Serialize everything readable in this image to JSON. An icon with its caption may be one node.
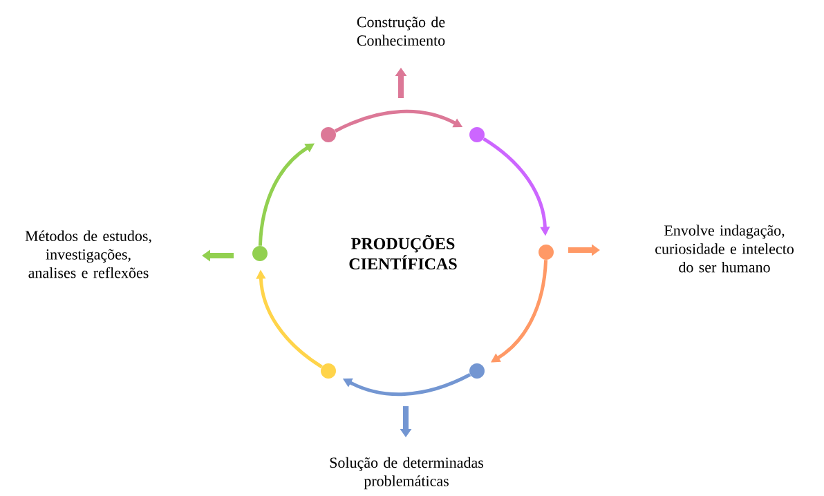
{
  "diagram": {
    "nodes": [
      {
        "text": [
          "Construção de Conhecimento"
        ]
      },
      {
        "text": [
          "Métodos de estudos, investigações, analises e reflexões"
        ]
      },
      {
        "text": [
          "Envolve indagação, curiosidade e intelecto do ser humano"
        ]
      },
      {
        "text": [
          "Solução de determinadas problemáticas"
        ]
      },
      {
        "text": [],
        "shape": "circle"
      },
      {
        "text": [],
        "shape": "circle"
      },
      {
        "text": [],
        "shape": "circle"
      },
      {
        "text": [],
        "shape": "circle"
      },
      {
        "text": [],
        "shape": "circle"
      },
      {
        "text": [],
        "shape": "circle"
      }
    ],
    "edges": [
      {
        "from": 4,
        "to": 5,
        "arrow": "to",
        "color": "#dc7897"
      },
      {
        "from": 5,
        "to": 7,
        "arrow": "to",
        "color": "#cc66ff"
      },
      {
        "from": 7,
        "to": 9,
        "arrow": "to",
        "color": "#ff9966"
      },
      {
        "from": 9,
        "to": 8,
        "arrow": "to",
        "color": "#7396d2"
      },
      {
        "from": 8,
        "to": 6,
        "arrow": "to",
        "color": "#ffd44a"
      },
      {
        "from": 6,
        "to": 4,
        "arrow": "to",
        "color": "#92d050"
      }
    ],
    "labels": [
      "PRODUÇÕES CIENTÍFICAS"
    ]
  }
}
